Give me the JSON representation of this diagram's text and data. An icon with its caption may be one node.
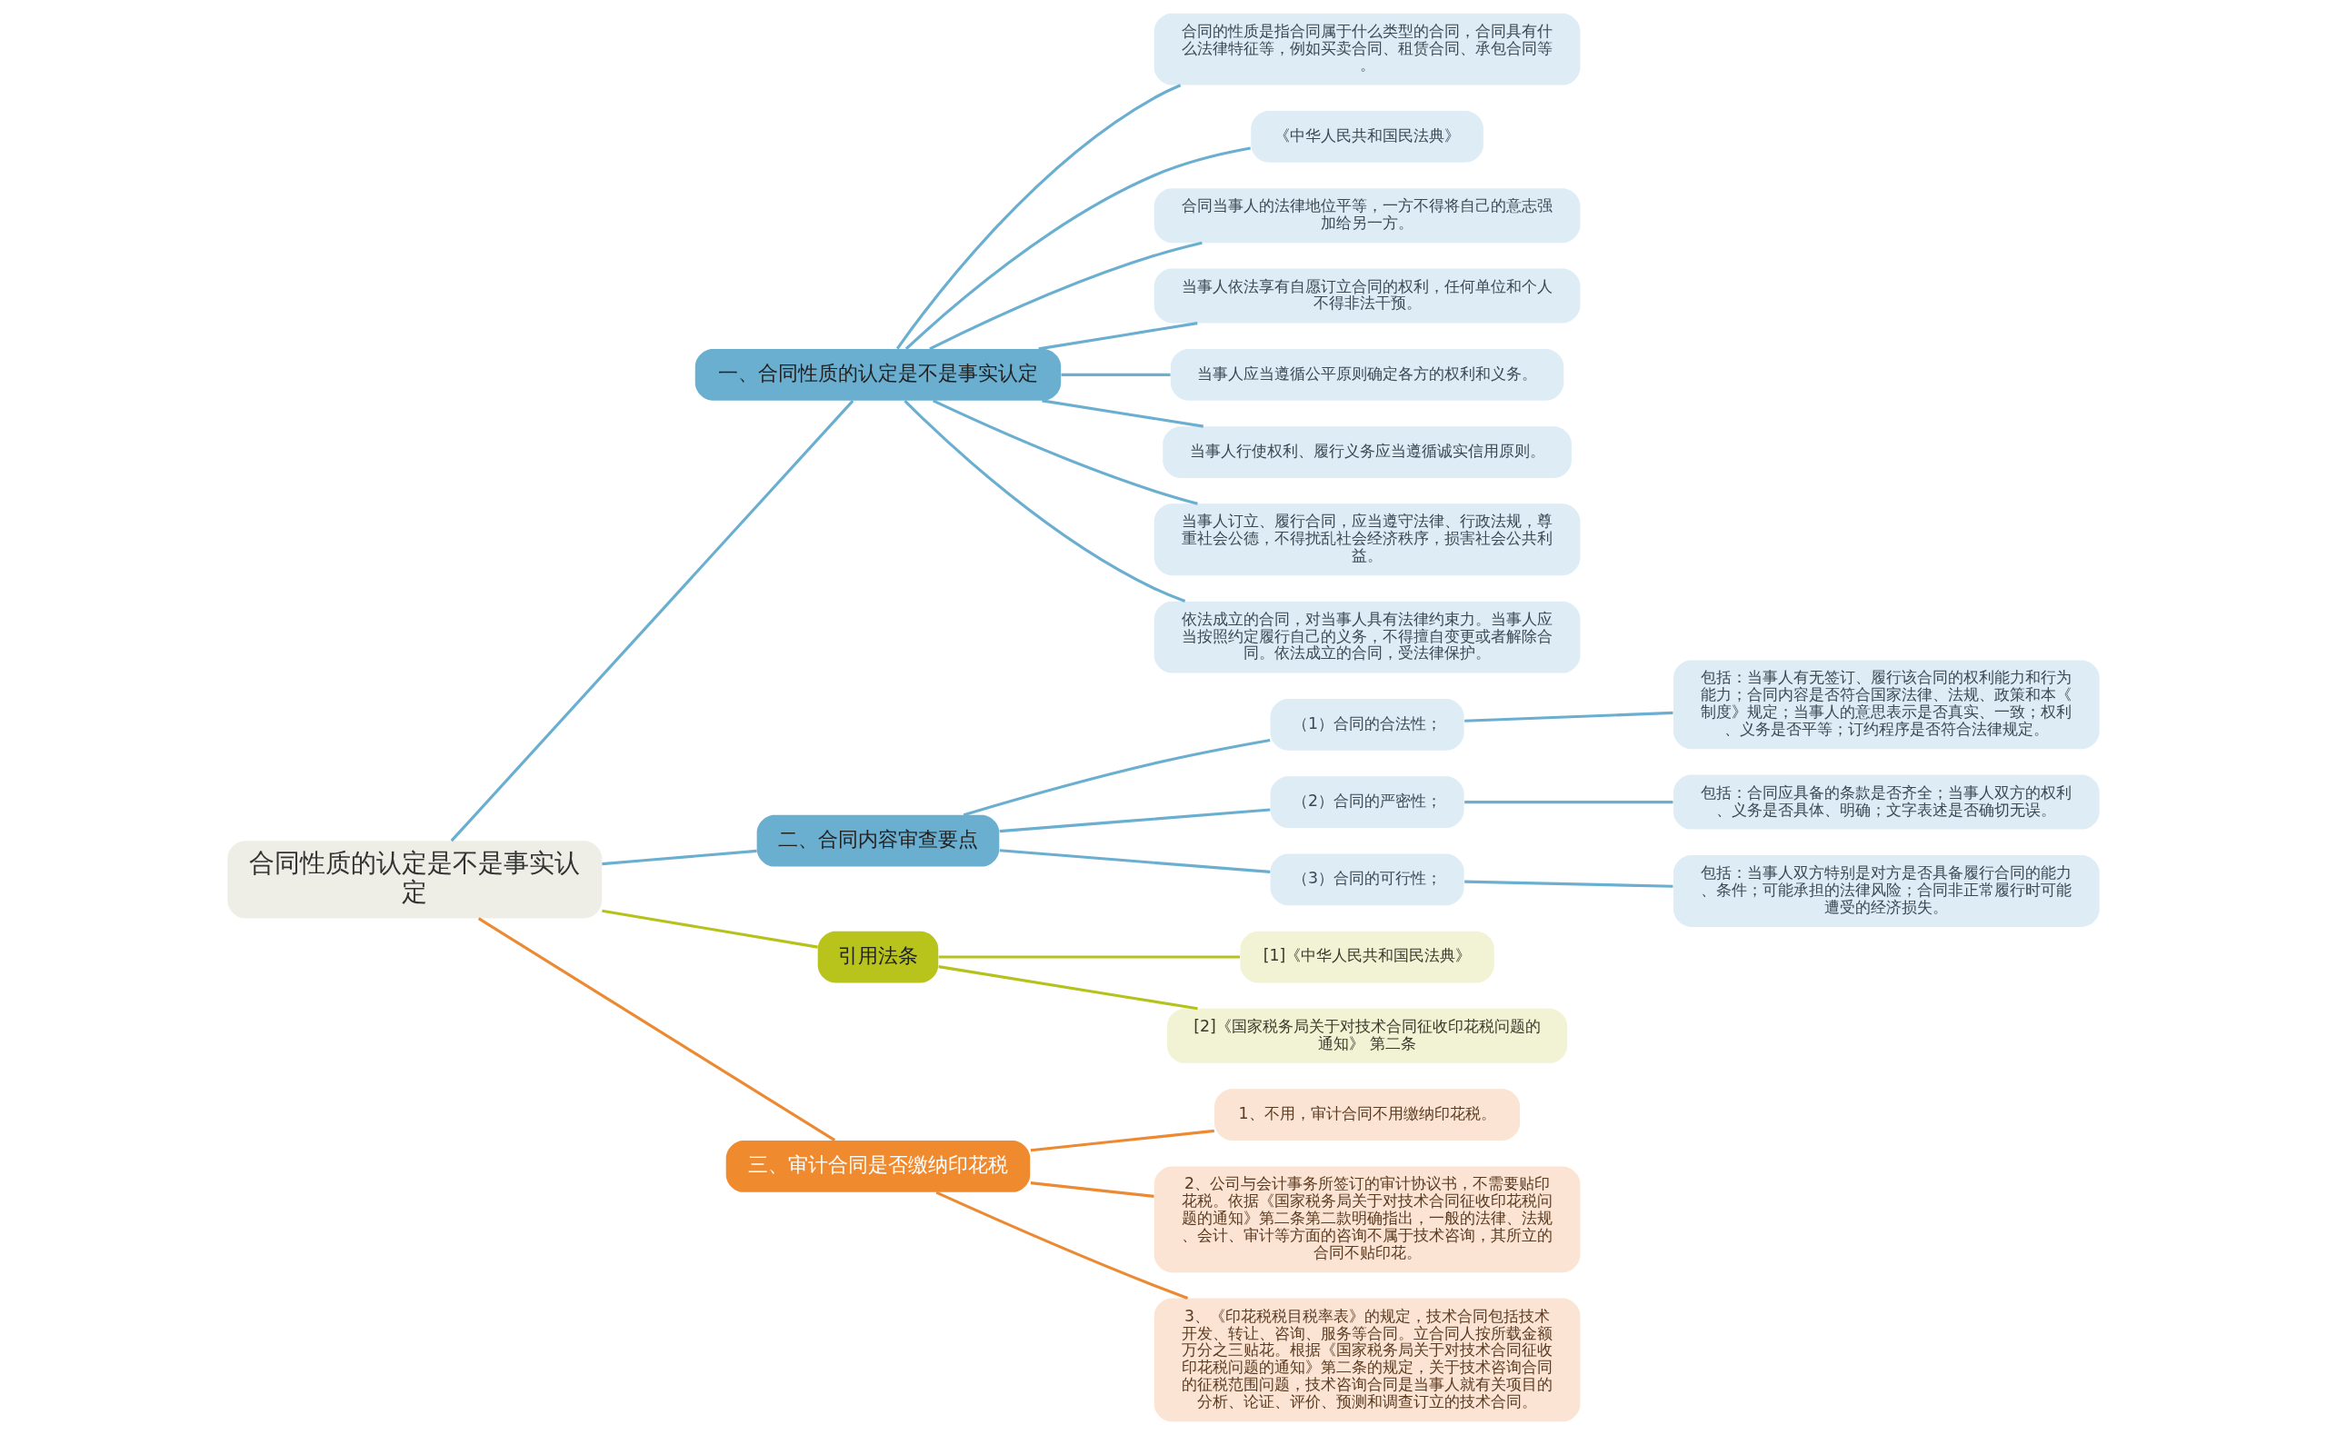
{
  "diagram": {
    "nodes": [
      {
        "text": [
          "合同性质的认定是不是事实认定"
        ]
      },
      {
        "text": [
          "一、合同性质的认定是不是事实认定"
        ]
      },
      {
        "text": [
          "合同的性质是指合同属于什么类型的合同，合同具有什么法律特征等，例如买卖合同、租赁合同、承包合同等。"
        ]
      },
      {
        "text": [
          "《中华人民共和国民法典》"
        ]
      },
      {
        "text": [
          "合同当事人的法律地位平等，一方不得将自己的意志强加给另一方。"
        ]
      },
      {
        "text": [
          "当事人依法享有自愿订立合同的权利，任何单位和个人不得非法干预。"
        ]
      },
      {
        "text": [
          "当事人应当遵循公平原则确定各方的权利和义务。"
        ]
      },
      {
        "text": [
          "当事人行使权利、履行义务应当遵循诚实信用原则。"
        ]
      },
      {
        "text": [
          "当事人订立、履行合同，应当遵守法律、行政法规，尊重社会公德，不得扰乱社会经济秩序，损害社会公共利益。"
        ]
      },
      {
        "text": [
          "依法成立的合同，对当事人具有法律约束力。当事人应当按照约定履行自己的义务，不得擅自变更或者解除合同。依法成立的合同，受法律保护。"
        ]
      },
      {
        "text": [
          "二、合同内容审查要点"
        ]
      },
      {
        "text": [
          "（1）合同的合法性；"
        ]
      },
      {
        "text": [
          "包括：当事人有无签订、履行该合同的权利能力和行为能力；合同内容是否符合国家法律、法规、政策和本《制度》规定；当事人的意思表示是否真实、一致；权利、义务是否平等；订约程序是否符合法律规定。"
        ]
      },
      {
        "text": [
          "（2）合同的严密性；"
        ]
      },
      {
        "text": [
          "包括：合同应具备的条款是否齐全；当事人双方的权利、义务是否具体、明确；文字表述是否确切无误。"
        ]
      },
      {
        "text": [
          "（3）合同的可行性；"
        ]
      },
      {
        "text": [
          "包括：当事人双方特别是对方是否具备履行合同的能力、条件；可能承担的法律风险；合同非正常履行时可能遭受的经济损失。"
        ]
      },
      {
        "text": [
          "引用法条"
        ]
      },
      {
        "text": [
          "[1]《中华人民共和国民法典》"
        ]
      },
      {
        "text": [
          "[2]《国家税务局关于对技术合同征收印花税问题的通知》 第二条"
        ]
      },
      {
        "text": [
          "三、审计合同是否缴纳印花税"
        ]
      },
      {
        "text": [
          "1、不用，审计合同不用缴纳印花税。"
        ]
      },
      {
        "text": [
          "2、公司与会计事务所签订的审计协议书，不需要贴印花税。依据《国家税务局关于对技术合同征收印花税问题的通知》第二条第二款明确指出，一般的法律、法规、会计、审计等方面的咨询不属于技术咨询，其所立的合同不贴印花。"
        ]
      },
      {
        "text": [
          "3、《印花税税目税率表》的规定，技术合同包括技术开发、转让、咨询、服务等合同。立合同人按所载金额万分之三贴花。根据《国家税务局关于对技术合同征收印花税问题的通知》第二条的规定，关于技术咨询合同的征税范围问题，技术咨询合同是当事人就有关项目的分析、论证、评价、预测和调查订立的技术合同。"
        ]
      }
    ],
    "edges": [
      {
        "from": 0,
        "to": 1,
        "arrow": "none"
      },
      {
        "from": 1,
        "to": 2,
        "arrow": "none"
      },
      {
        "from": 1,
        "to": 3,
        "arrow": "none"
      },
      {
        "from": 1,
        "to": 4,
        "arrow": "none"
      },
      {
        "from": 1,
        "to": 5,
        "arrow": "none"
      },
      {
        "from": 1,
        "to": 6,
        "arrow": "none"
      },
      {
        "from": 1,
        "to": 7,
        "arrow": "none"
      },
      {
        "from": 1,
        "to": 8,
        "arrow": "none"
      },
      {
        "from": 1,
        "to": 9,
        "arrow": "none"
      },
      {
        "from": 0,
        "to": 10,
        "arrow": "none"
      },
      {
        "from": 10,
        "to": 11,
        "arrow": "none"
      },
      {
        "from": 11,
        "to": 12,
        "arrow": "none"
      },
      {
        "from": 10,
        "to": 13,
        "arrow": "none"
      },
      {
        "from": 13,
        "to": 14,
        "arrow": "none"
      },
      {
        "from": 10,
        "to": 15,
        "arrow": "none"
      },
      {
        "from": 15,
        "to": 16,
        "arrow": "none"
      },
      {
        "from": 0,
        "to": 17,
        "arrow": "none",
        "color": "#b5c21c"
      },
      {
        "from": 17,
        "to": 18,
        "arrow": "none",
        "color": "#b5c21c"
      },
      {
        "from": 17,
        "to": 19,
        "arrow": "none",
        "color": "#b5c21c"
      },
      {
        "from": 0,
        "to": 20,
        "arrow": "none",
        "color": "#ec8a33"
      },
      {
        "from": 20,
        "to": 21,
        "arrow": "none",
        "color": "#ec8a33"
      },
      {
        "from": 20,
        "to": 22,
        "arrow": "none",
        "color": "#ec8a33"
      },
      {
        "from": 20,
        "to": 23,
        "arrow": "none",
        "color": "#ec8a33"
      }
    ]
  }
}
